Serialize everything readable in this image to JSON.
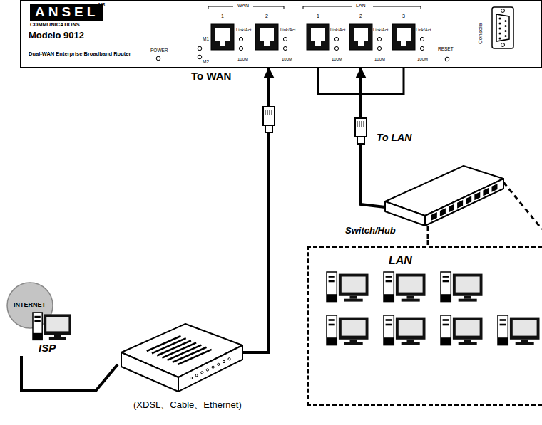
{
  "diagram": {
    "nodes": [
      {
        "text": [
          "ANSEL",
          "MR",
          "COMMUNICATIONS",
          "Modelo 9012",
          "Dual-WAN Enterprise Broadband Router",
          "POWER",
          "M1",
          "M2",
          "WAN",
          "1",
          "2",
          "Link/Act",
          "100M",
          "Link/Act",
          "100M",
          "LAN",
          "1",
          "2",
          "3",
          "Link/Act",
          "100M",
          "Link/Act",
          "100M",
          "Link/Act",
          "100M",
          "RESET",
          "Console"
        ]
      },
      {
        "text": [
          "INTERNET",
          "ISP"
        ]
      },
      {
        "text": [
          "(XDSL、Cable、Ethernet)"
        ]
      },
      {
        "text": [
          "Switch/Hub"
        ]
      },
      {
        "text": [
          "LAN"
        ]
      }
    ],
    "edges": [
      {
        "from": 2,
        "to": 0,
        "arrow": "to",
        "label": "To WAN"
      },
      {
        "from": 3,
        "to": 0,
        "arrow": "to",
        "label": "To LAN"
      },
      {
        "from": 1,
        "to": 2,
        "arrow": "none"
      },
      {
        "from": 3,
        "to": 4,
        "arrow": "none"
      }
    ]
  }
}
